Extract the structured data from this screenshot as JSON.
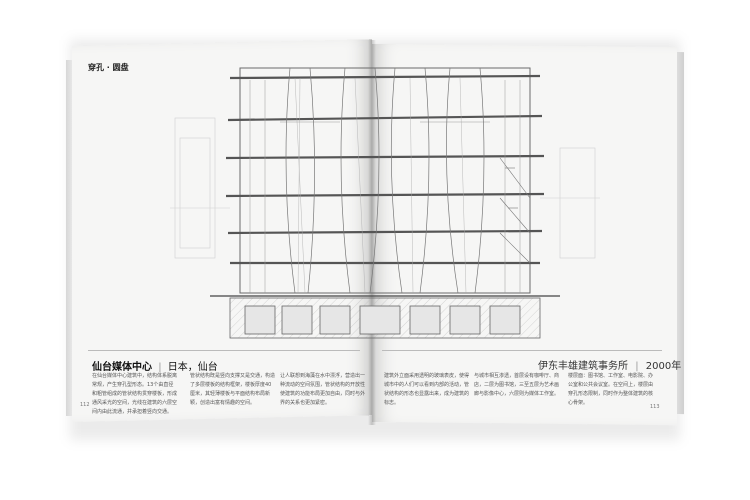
{
  "section_label": "穿孔 · 圆盘",
  "project": {
    "title": "仙台媒体中心",
    "location": "日本，仙台",
    "architect": "伊东丰雄建筑事务所",
    "year": "2000年"
  },
  "body_text": {
    "col1": "在仙台媒体中心建筑中，结构体系脱离常规，产生穿孔型形态。13个由直径和粗管组成的管状结构贯穿楼板，形成通风采光的空间，光线在建筑的六层空间内由此流通，并承担着竖向交通。",
    "col2": "管状结构既是竖向支撑又是交通，构造了多层楼板的结构框架，楼板厚度40厘米，其轻薄楼板与平面结构布局新颖，创造出富有情趣的空间。",
    "col3": "让人联想到海藻在水中漂浮，营造出一种流动的空间氛围，管状结构的开放性使建筑的功能布局更加自由，同时与外界的关系也更加紧密。",
    "col4": "建筑外立面采用透明的玻璃表皮，使得城市中的人们可以看到内部的活动，管状结构的形态也显露出来，成为建筑的标志。",
    "col5": "与城市相互渗透，首层设有咖啡厅、商店，二层为图书馆，三至五层为艺术画廊与影像中心，六层则为媒体工作室。",
    "col6": "楼层面：图书馆、工作室、电影院、办公室和公共会议室。在空间上，楼层由穿孔形态限制，同时作为整体建筑的核心骨架。"
  },
  "page_numbers": {
    "left": "112",
    "right": "113"
  }
}
